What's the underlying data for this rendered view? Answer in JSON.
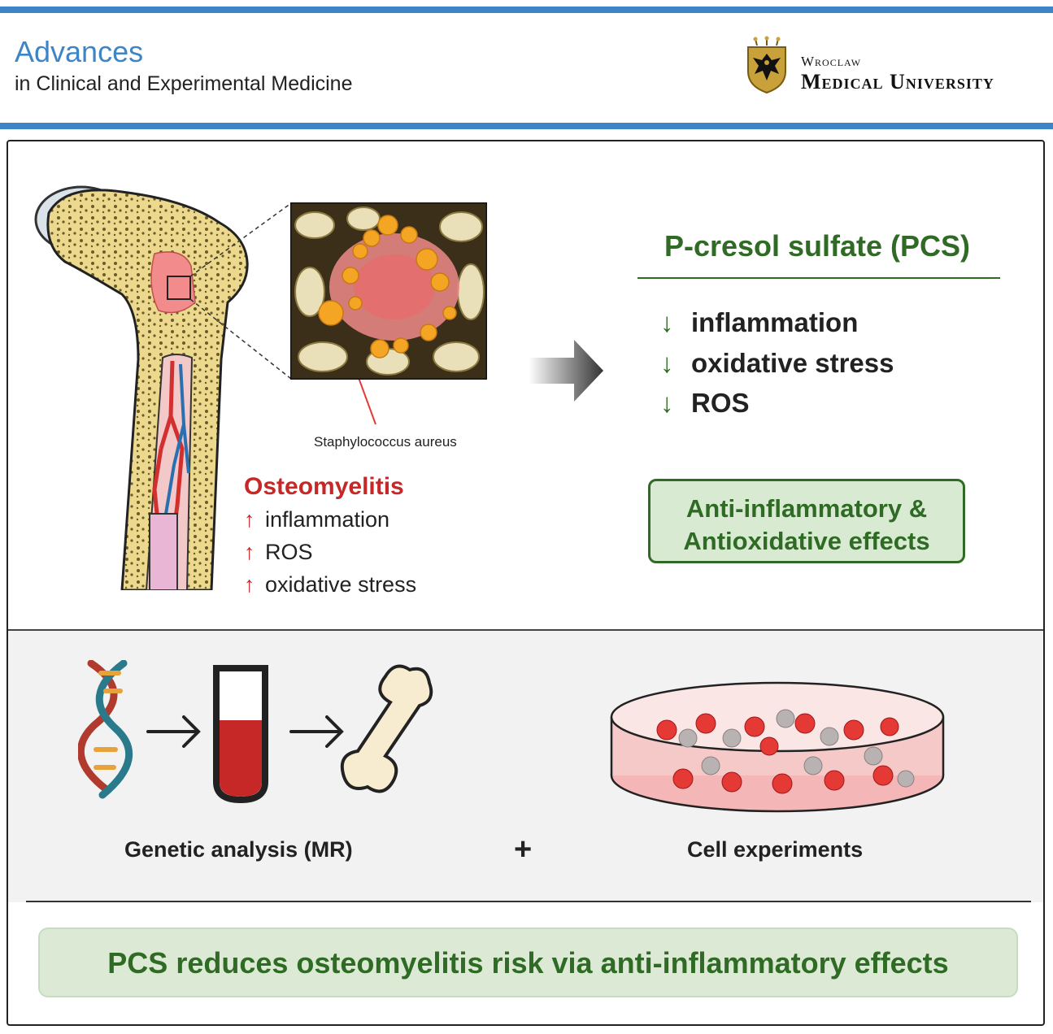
{
  "header": {
    "journal_title": "Advances",
    "journal_subtitle": "in Clinical and Experimental Medicine",
    "university_top": "Wroclaw",
    "university_main": "Medical University"
  },
  "colors": {
    "brand_blue": "#3d85c6",
    "green": "#2f6b24",
    "red": "#c62828"
  },
  "top_panel": {
    "pathogen_label": "Staphylococcus aureus",
    "osteomyelitis": {
      "title": "Osteomyelitis",
      "items": [
        {
          "arrow": "↑",
          "text": "inflammation"
        },
        {
          "arrow": "↑",
          "text": "ROS"
        },
        {
          "arrow": "↑",
          "text": "oxidative stress"
        }
      ]
    },
    "pcs": {
      "title": "P-cresol sulfate (PCS)",
      "items": [
        {
          "arrow": "↓",
          "text": "inflammation"
        },
        {
          "arrow": "↓",
          "text": "oxidative stress"
        },
        {
          "arrow": "↓",
          "text": "ROS"
        }
      ]
    },
    "effects_box": {
      "line1": "Anti-inflammatory &",
      "line2": "Antioxidative effects"
    }
  },
  "bottom_panel": {
    "genetic_label": "Genetic analysis (MR)",
    "plus": "+",
    "cell_label": "Cell experiments"
  },
  "conclusion": "PCS reduces osteomyelitis risk via anti-inflammatory effects"
}
